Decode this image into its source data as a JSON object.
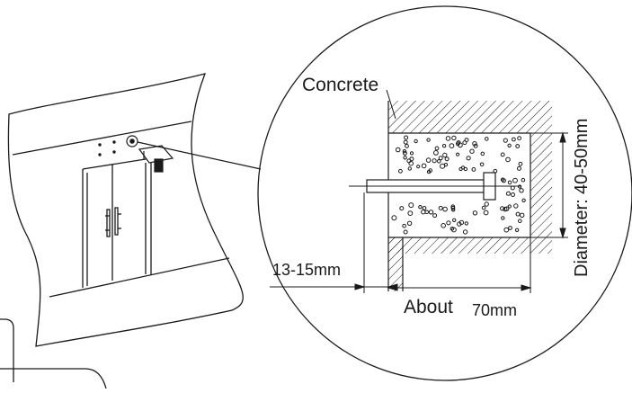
{
  "labels": {
    "material": "Concrete",
    "diameter_prefix": "Diameter:",
    "diameter_value": "40-50mm",
    "edge_distance": "13-15mm",
    "depth_prefix": "About",
    "depth_value": "70mm"
  },
  "colors": {
    "line": "#1a1a1a",
    "background": "#ffffff"
  }
}
